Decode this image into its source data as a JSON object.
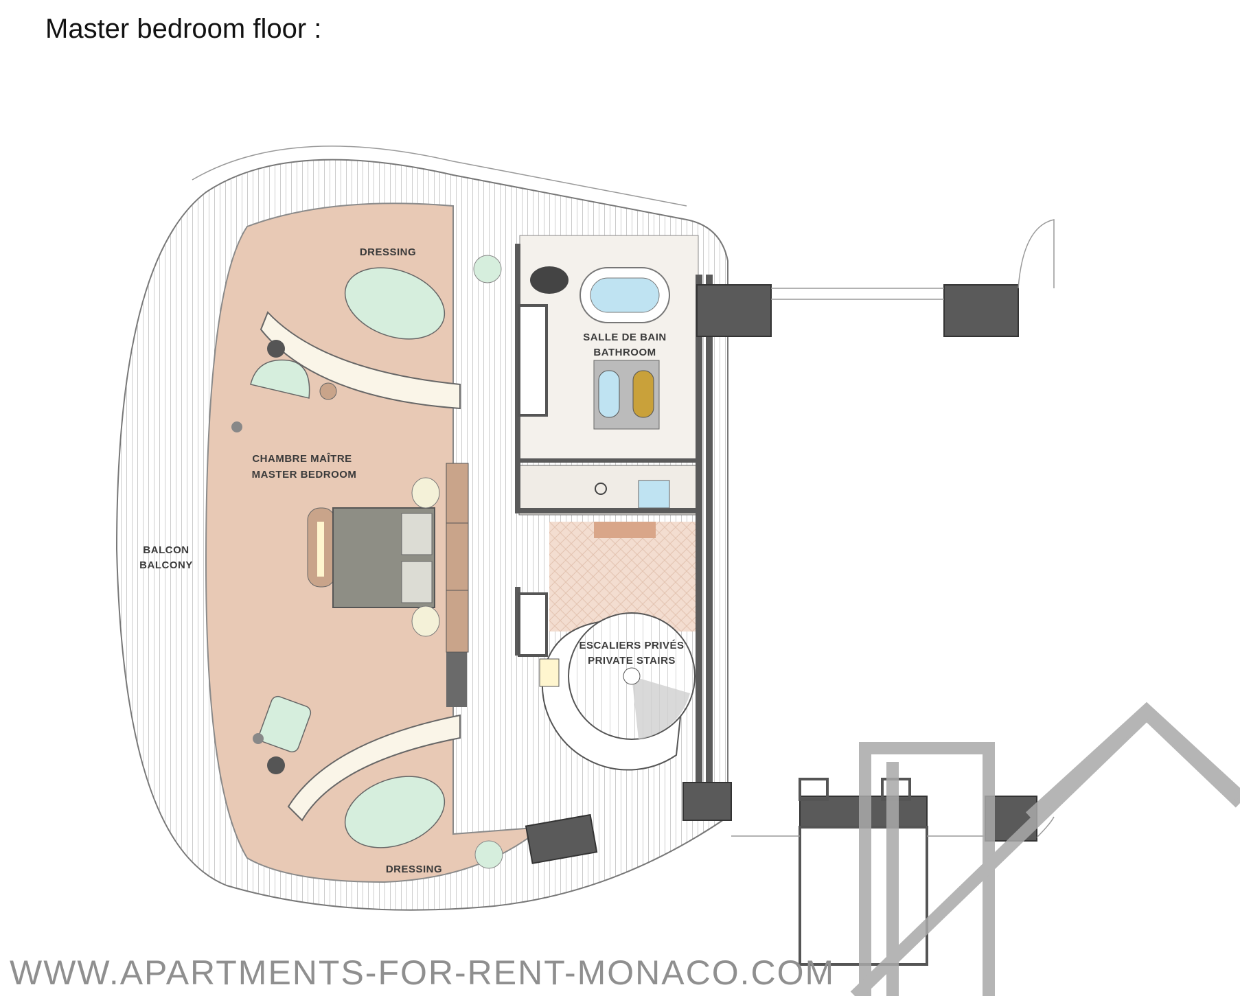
{
  "page": {
    "title": "Master bedroom floor :"
  },
  "rooms": {
    "dressing_top": "DRESSING",
    "dressing_bottom": "DRESSING",
    "bathroom_fr": "SALLE DE BAIN",
    "bathroom_en": "BATHROOM",
    "bedroom_fr": "CHAMBRE MAÎTRE",
    "bedroom_en": "MASTER BEDROOM",
    "balcony_fr": "BALCON",
    "balcony_en": "BALCONY",
    "stairs_fr": "ESCALIERS PRIVÉS",
    "stairs_en": "PRIVATE STAIRS"
  },
  "watermark": {
    "text": "WWW.APARTMENTS-FOR-RENT-MONACO.COM"
  },
  "colors": {
    "floor_bedroom": "#e8c9b5",
    "floor_bath": "#f4f1ec",
    "wall": "#5a5a5a",
    "furniture_green": "#d6eedd",
    "balcony_line": "#8a8a8a",
    "watermark_logo": "#a9a9a9"
  }
}
